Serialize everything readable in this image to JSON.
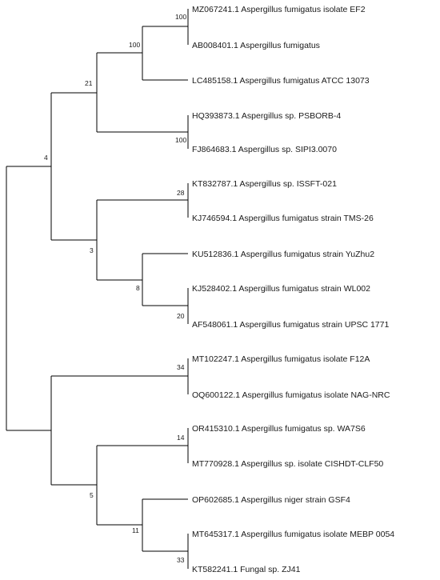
{
  "colors": {
    "line": "#000000",
    "text": "#1a1a1a",
    "background": "#ffffff"
  },
  "tree": {
    "leaves": [
      "MZ067241.1 Aspergillus fumigatus isolate EF2",
      "AB008401.1 Aspergillus fumigatus",
      "LC485158.1 Aspergillus fumigatus ATCC 13073",
      "HQ393873.1 Aspergillus sp. PSBORB-4",
      "FJ864683.1 Aspergillus sp. SIPI3.0070",
      "KT832787.1 Aspergillus sp. ISSFT-021",
      "KJ746594.1 Aspergillus fumigatus strain TMS-26",
      "KU512836.1 Aspergillus fumigatus strain YuZhu2",
      "KJ528402.1 Aspergillus fumigatus strain WL002",
      "AF548061.1 Aspergillus fumigatus strain UPSC 1771",
      "MT102247.1 Aspergillus fumigatus isolate F12A",
      "OQ600122.1 Aspergillus fumigatus isolate NAG-NRC",
      "OR415310.1 Aspergillus fumigatus sp. WA7S6",
      "MT770928.1 Aspergillus sp. isolate CISHDT-CLF50",
      "OP602685.1 Aspergillus niger strain GSF4",
      "MT645317.1 Aspergillus fumigatus isolate MEBP 0054",
      "KT582241.1 Fungal sp. ZJ41"
    ],
    "bootstrap": [
      "100",
      "100",
      "21",
      "100",
      "4",
      "28",
      "3",
      "8",
      "20",
      "34",
      "14",
      "5",
      "11",
      "33"
    ]
  }
}
